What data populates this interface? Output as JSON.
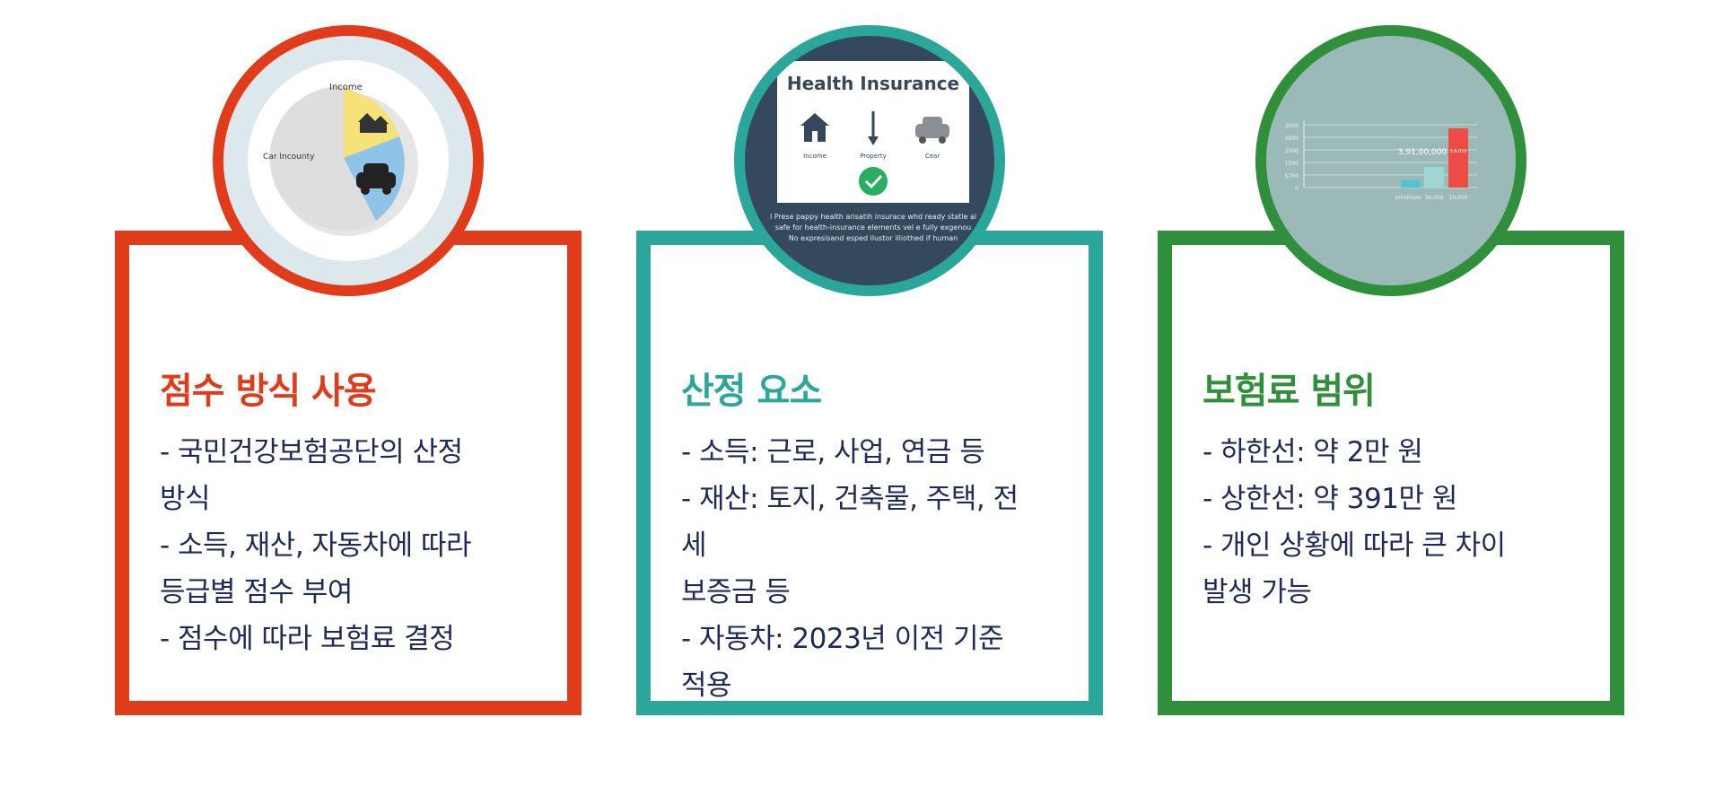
{
  "cards": [
    {
      "title": "점수 방식 사용",
      "lines": [
        "- 국민건강보험공단의 산정",
        "방식",
        "- 소득, 재산, 자동차에 따라",
        "등급별 점수 부여",
        "- 점수에 따라 보험료 결정"
      ],
      "badge": {
        "labels": [
          "Income",
          "Car Incounty"
        ]
      }
    },
    {
      "title": "산정 요소",
      "lines": [
        "- 소득: 근로, 사업, 연금 등",
        "- 재산: 토지, 건축물, 주택, 전세",
        "보증금 등",
        "- 자동차: 2023년 이전 기준",
        "적용"
      ],
      "badge": {
        "heading": "Health Insurance",
        "icon_labels": [
          "Income",
          "Property",
          "Cear"
        ],
        "caption": [
          "l Prese pappy health arisatih insurace whd ready statle ai",
          "safe for health-insurance elements vel e fully exgenou",
          "No expresisand esped ilustor illiothed if human"
        ]
      }
    },
    {
      "title": "보험료 범위",
      "lines": [
        "- 하한선: 약 2만 원",
        "- 상한선: 약 391만 원",
        "- 개인 상황에 따라 큰 차이",
        "발생 가능"
      ],
      "badge": {
        "y_ticks": [
          "2000",
          "2000",
          "2000",
          "1500",
          "5700",
          "0"
        ],
        "value_label": "3,91,00,000",
        "bar_label": "3,8,050",
        "x_labels": [
          "minimum",
          "30,000",
          "10,000"
        ]
      }
    }
  ],
  "colors": {
    "card1": "#e03c1c",
    "card2": "#2aa69b",
    "card3": "#2f8f3a",
    "body_text": "#1f2a5a"
  }
}
